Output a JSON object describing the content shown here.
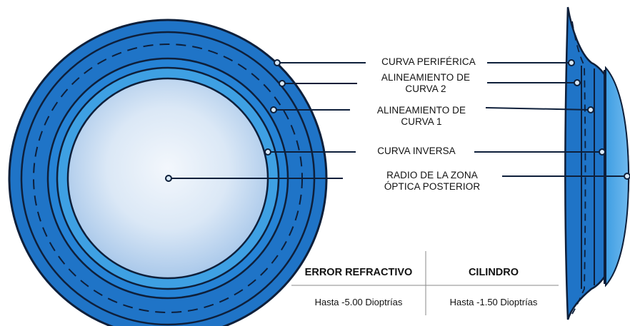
{
  "labels": {
    "peripheral": "CURVA PERIFÉRICA",
    "alignment2_l1": "ALINEAMIENTO DE",
    "alignment2_l2": "CURVA 2",
    "alignment1_l1": "ALINEAMIENTO DE",
    "alignment1_l2": "CURVA 1",
    "reverse": "CURVA INVERSA",
    "optic_l1": "RADIO DE LA ZONA",
    "optic_l2": "ÓPTICA POSTERIOR"
  },
  "specs": {
    "col1_header": "ERROR REFRACTIVO",
    "col2_header": "CILINDRO",
    "col1_value": "Hasta -5.00 Dioptrías",
    "col2_value": "Hasta -1.50 Dioptrías"
  },
  "colors": {
    "outer_blue": "#1a6fc4",
    "mid_blue": "#2583d6",
    "ring_blue": "#3ea0e3",
    "center_light": "#e8f1fb",
    "center_edge": "#a9c8ea",
    "outline": "#0e1f3a"
  }
}
